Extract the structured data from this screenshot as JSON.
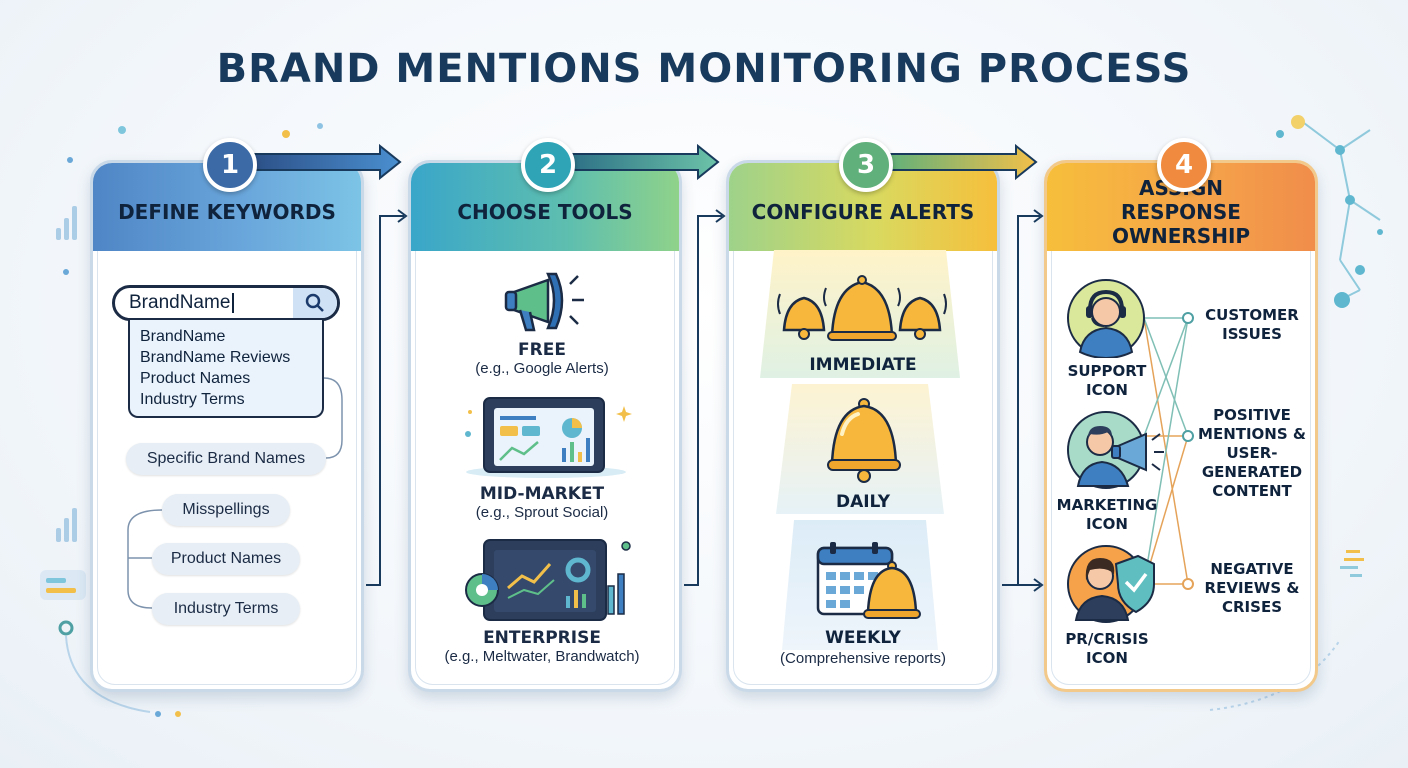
{
  "title": "BRAND MENTIONS MONITORING PROCESS",
  "steps": [
    {
      "number": "1",
      "heading": "DEFINE KEYWORDS"
    },
    {
      "number": "2",
      "heading": "CHOOSE TOOLS"
    },
    {
      "number": "3",
      "heading": "CONFIGURE ALERTS"
    },
    {
      "number": "4",
      "heading": "ASSIGN RESPONSE OWNERSHIP"
    }
  ],
  "keywords": {
    "search_value": "BrandName",
    "suggestions": [
      "BrandName",
      "BrandName Reviews",
      "Product Names",
      "Industry Terms"
    ],
    "primary": "Specific Brand Names",
    "variants": [
      "Misspellings",
      "Product Names",
      "Industry Terms"
    ]
  },
  "tools": [
    {
      "tier": "FREE",
      "example": "(e.g., Google Alerts)",
      "icon": "megaphone-icon"
    },
    {
      "tier": "MID-MARKET",
      "example": "(e.g., Sprout Social)",
      "icon": "dashboard-icon"
    },
    {
      "tier": "ENTERPRISE",
      "example": "(e.g., Meltwater, Brandwatch)",
      "icon": "analytics-dashboard-icon"
    }
  ],
  "alerts": [
    {
      "label": "IMMEDIATE",
      "note": "",
      "icon": "bells-icon"
    },
    {
      "label": "DAILY",
      "note": "",
      "icon": "bell-icon"
    },
    {
      "label": "WEEKLY",
      "note": "(Comprehensive reports)",
      "icon": "calendar-bell-icon"
    }
  ],
  "ownership": {
    "roles": [
      {
        "label": "SUPPORT ICON",
        "icon": "support-agent-icon"
      },
      {
        "label": "MARKETING ICON",
        "icon": "marketing-megaphone-icon"
      },
      {
        "label": "PR/CRISIS ICON",
        "icon": "pr-shield-icon"
      }
    ],
    "topics": [
      "CUSTOMER ISSUES",
      "POSITIVE MENTIONS & USER-GENERATED CONTENT",
      "NEGATIVE REVIEWS & CRISES"
    ]
  },
  "colors": {
    "title": "#183a5c",
    "step1": "#3b6aa6",
    "step2": "#2fa4b7",
    "step3": "#5fb07a",
    "step4": "#f08a3e",
    "bell": "#f6b73c"
  }
}
